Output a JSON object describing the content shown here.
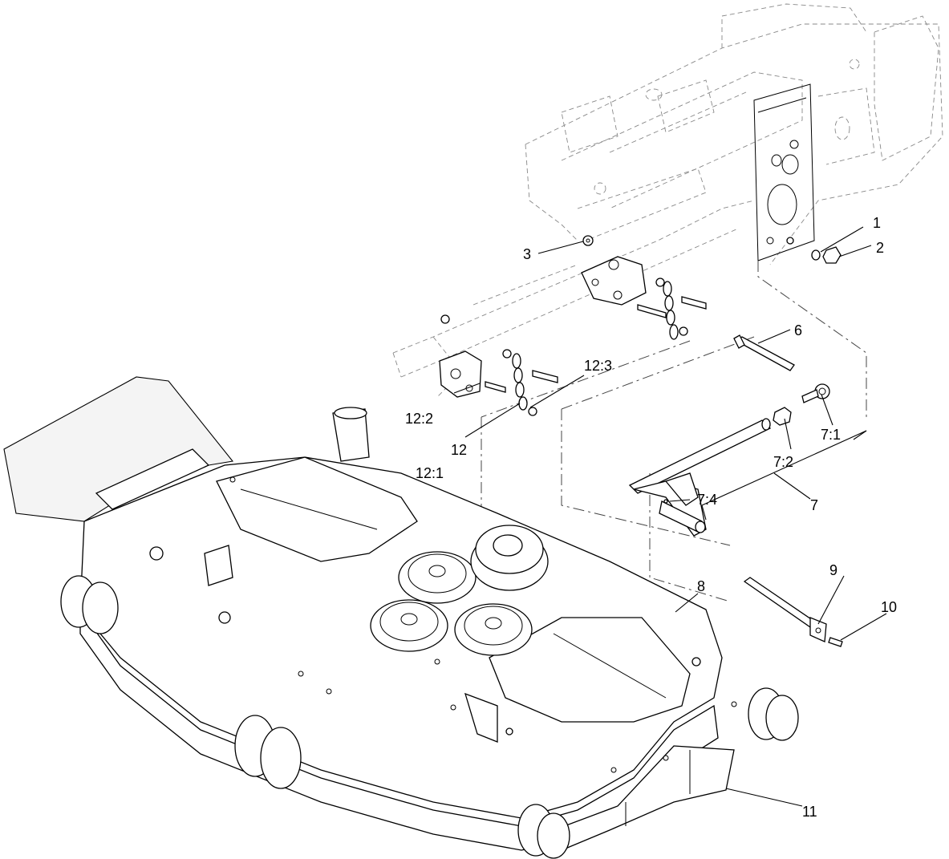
{
  "callouts": [
    {
      "id": "c1",
      "label": "1"
    },
    {
      "id": "c2",
      "label": "2"
    },
    {
      "id": "c3",
      "label": "3"
    },
    {
      "id": "c6",
      "label": "6"
    },
    {
      "id": "c7",
      "label": "7"
    },
    {
      "id": "c7_1",
      "label": "7:1"
    },
    {
      "id": "c7_2",
      "label": "7:2"
    },
    {
      "id": "c7_4",
      "label": "7:4"
    },
    {
      "id": "c8",
      "label": "8"
    },
    {
      "id": "c9",
      "label": "9"
    },
    {
      "id": "c10",
      "label": "10"
    },
    {
      "id": "c11",
      "label": "11"
    },
    {
      "id": "c12",
      "label": "12"
    },
    {
      "id": "c12_1",
      "label": "12:1"
    },
    {
      "id": "c12_2",
      "label": "12:2"
    },
    {
      "id": "c12_3",
      "label": "12:3"
    }
  ]
}
